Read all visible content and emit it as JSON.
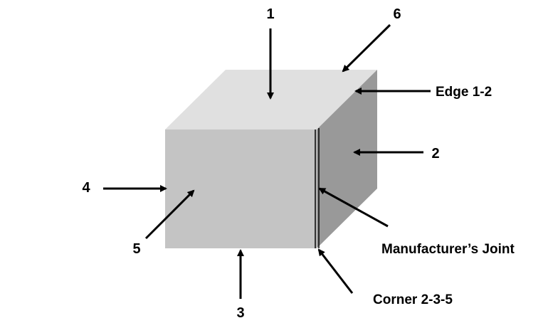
{
  "labels": {
    "face1": "1",
    "face2": "2",
    "face3": "3",
    "face4": "4",
    "face5": "5",
    "face6": "6",
    "edge": "Edge 1-2",
    "joint": "Manufacturer’s Joint",
    "corner": "Corner 2-3-5"
  },
  "colors": {
    "top_face": "#e0e0e0",
    "front_face": "#c4c4c4",
    "right_face": "#999999"
  }
}
